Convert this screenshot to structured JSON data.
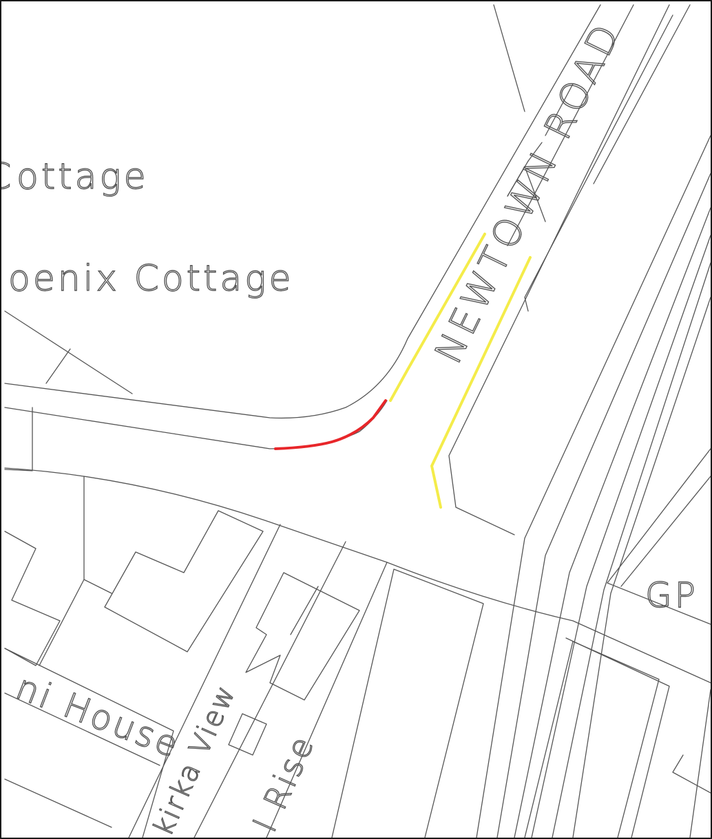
{
  "labels": {
    "cottage_top": "ottage",
    "cottage_top_partial": "C",
    "phoenix_cottage": "oenix Cottage",
    "newtown_road": "NEWTOWN ROAD",
    "gp": "GP",
    "house": "ni House",
    "view_road": "kirka View",
    "rise_road": "l Rise"
  },
  "highlights": {
    "red_color": "#e8262a",
    "yellow_color": "#f4ec4a"
  }
}
